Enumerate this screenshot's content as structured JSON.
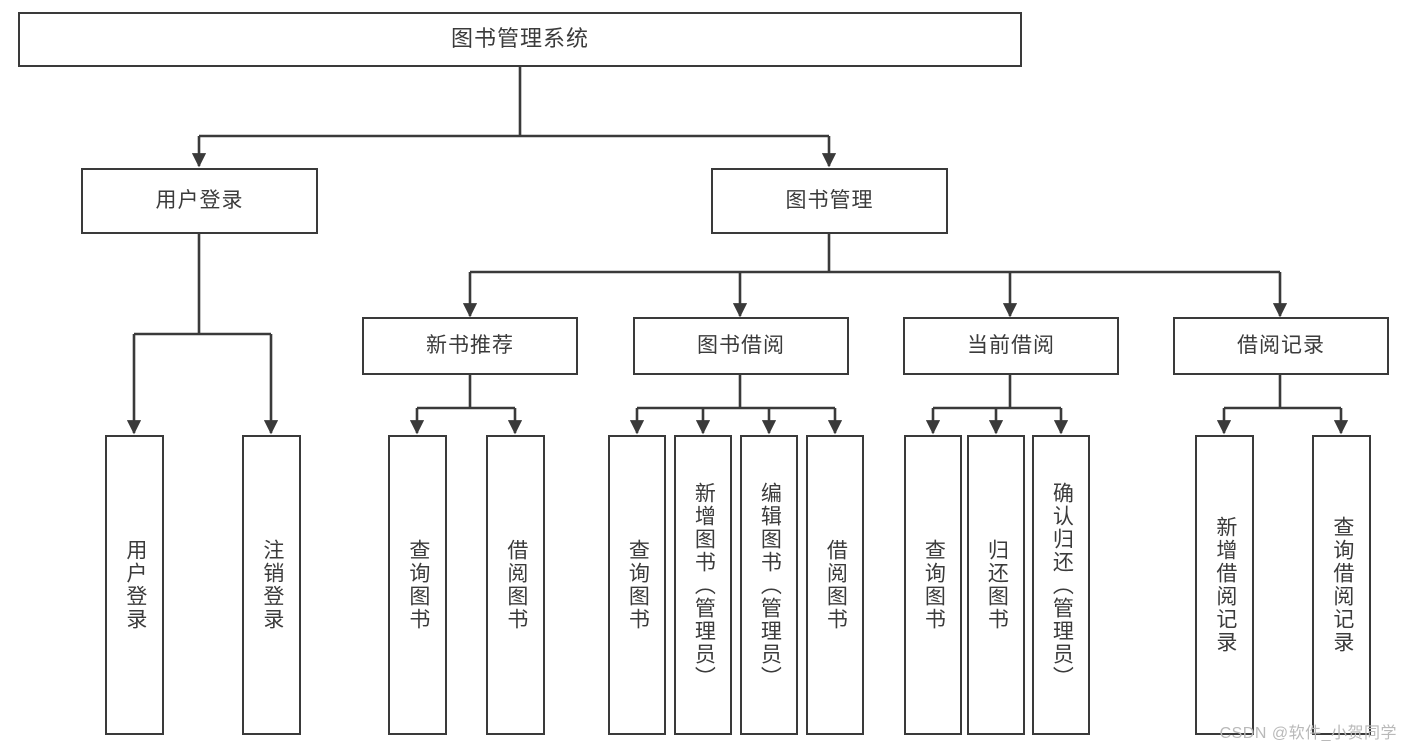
{
  "diagram": {
    "type": "tree",
    "title": "图书管理系统",
    "stroke_color": "#3a3a3a",
    "text_color": "#3b3b3b",
    "background": "#ffffff",
    "levels": 4
  },
  "root": {
    "label": "图书管理系统"
  },
  "level2": [
    {
      "label": "用户登录"
    },
    {
      "label": "图书管理"
    }
  ],
  "level3": [
    {
      "label": "新书推荐"
    },
    {
      "label": "图书借阅"
    },
    {
      "label": "当前借阅"
    },
    {
      "label": "借阅记录"
    }
  ],
  "leaves": {
    "user_login": [
      {
        "label": "用户登录"
      },
      {
        "label": "注销登录"
      }
    ],
    "new_book_recommend": [
      {
        "label": "查询图书"
      },
      {
        "label": "借阅图书"
      }
    ],
    "book_borrow": [
      {
        "label": "查询图书"
      },
      {
        "label": "新增图书（管理员）"
      },
      {
        "label": "编辑图书（管理员）"
      },
      {
        "label": "借阅图书"
      }
    ],
    "current_borrow": [
      {
        "label": "查询图书"
      },
      {
        "label": "归还图书"
      },
      {
        "label": "确认归还（管理员）"
      }
    ],
    "borrow_record": [
      {
        "label": "新增借阅记录"
      },
      {
        "label": "查询借阅记录"
      }
    ]
  },
  "watermark": {
    "text": "CSDN @软件_小贺同学"
  }
}
